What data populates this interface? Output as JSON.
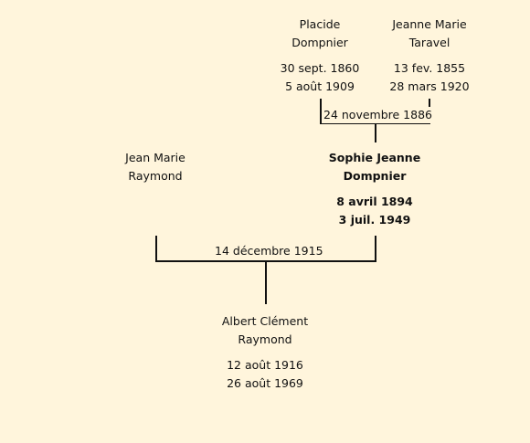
{
  "persons": {
    "placide": {
      "first": "Placide",
      "last": "Dompnier",
      "birth": "30 sept. 1860",
      "death": "5 août 1909"
    },
    "jeanne": {
      "first": "Jeanne Marie",
      "last": "Taravel",
      "birth": "13 fev. 1855",
      "death": "28 mars 1920"
    },
    "jean": {
      "first": "Jean Marie",
      "last": "Raymond"
    },
    "sophie": {
      "first": "Sophie Jeanne",
      "last": "Dompnier",
      "birth": "8 avril 1894",
      "death": "3 juil. 1949"
    },
    "albert": {
      "first": "Albert Clément",
      "last": "Raymond",
      "birth": "12 août 1916",
      "death": "26 août 1969"
    }
  },
  "marriages": {
    "placide_jeanne": "24 novembre 1886",
    "jean_sophie": "14 décembre 1915"
  }
}
